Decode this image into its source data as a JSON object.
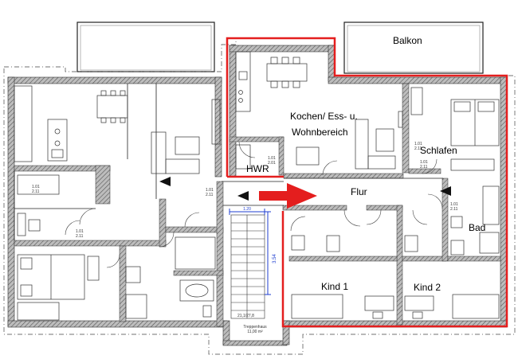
{
  "plan": {
    "rooms": {
      "balkon": "Balkon",
      "kochen_line1": "Kochen/ Ess- u.",
      "kochen_line2": "Wohnbereich",
      "hwr": "HWR",
      "schlafen": "Schlafen",
      "flur": "Flur",
      "bad": "Bad",
      "kind1": "Kind 1",
      "kind2": "Kind 2"
    },
    "stair": {
      "dimension": "3.54",
      "width_label": "1.20",
      "caption_line1": "Treppenhaus",
      "caption_line2": "11,00 m²",
      "step_note": "21,1/27,8"
    },
    "door_marks": [
      "1.01",
      "2.11",
      "1.01",
      "2.11",
      "1.01",
      "2.01",
      "1.01",
      "2.11",
      "1.01",
      "2.11",
      "1.01",
      "2.11",
      "1.01",
      "2.11"
    ],
    "colors": {
      "highlight": "#e41e1e",
      "dimension": "#1f3fd0",
      "wall": "#6b6b6b"
    }
  }
}
